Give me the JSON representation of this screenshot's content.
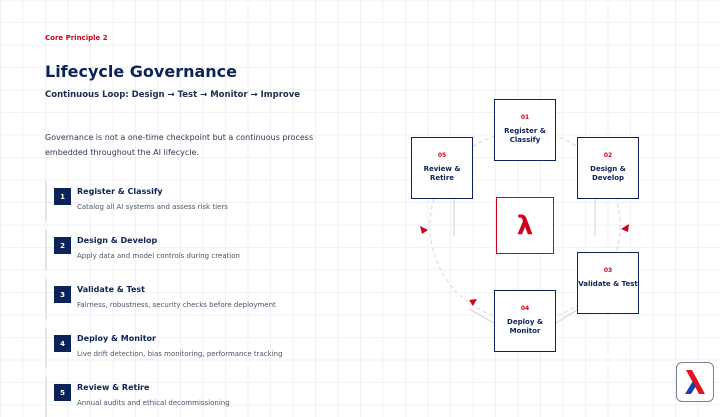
{
  "eyebrow": "Core Principle 2",
  "title": "Lifecycle Governance",
  "subtitle": "Continuous Loop: Design → Test → Monitor → Improve",
  "intro": "Governance is not a one-time checkpoint but a continuous process embedded throughout the AI lifecycle.",
  "steps": [
    {
      "num": "1",
      "title": "Register & Classify",
      "desc": "Catalog all AI systems and assess risk tiers"
    },
    {
      "num": "2",
      "title": "Design & Develop",
      "desc": "Apply data and model controls during creation"
    },
    {
      "num": "3",
      "title": "Validate & Test",
      "desc": "Fairness, robustness, security checks before deployment"
    },
    {
      "num": "4",
      "title": "Deploy & Monitor",
      "desc": "Live drift detection, bias monitoring, performance tracking"
    },
    {
      "num": "5",
      "title": "Review & Retire",
      "desc": "Annual audits and ethical decommissioning"
    }
  ],
  "cycle": [
    {
      "num": "01",
      "label": "Register & Classify"
    },
    {
      "num": "02",
      "label": "Design & Develop"
    },
    {
      "num": "03",
      "label": "Validate & Test"
    },
    {
      "num": "04",
      "label": "Deploy & Monitor"
    },
    {
      "num": "05",
      "label": "Review & Retire"
    }
  ],
  "center_symbol": "λ",
  "colors": {
    "navy": "#0b2358",
    "red": "#d0021b"
  }
}
